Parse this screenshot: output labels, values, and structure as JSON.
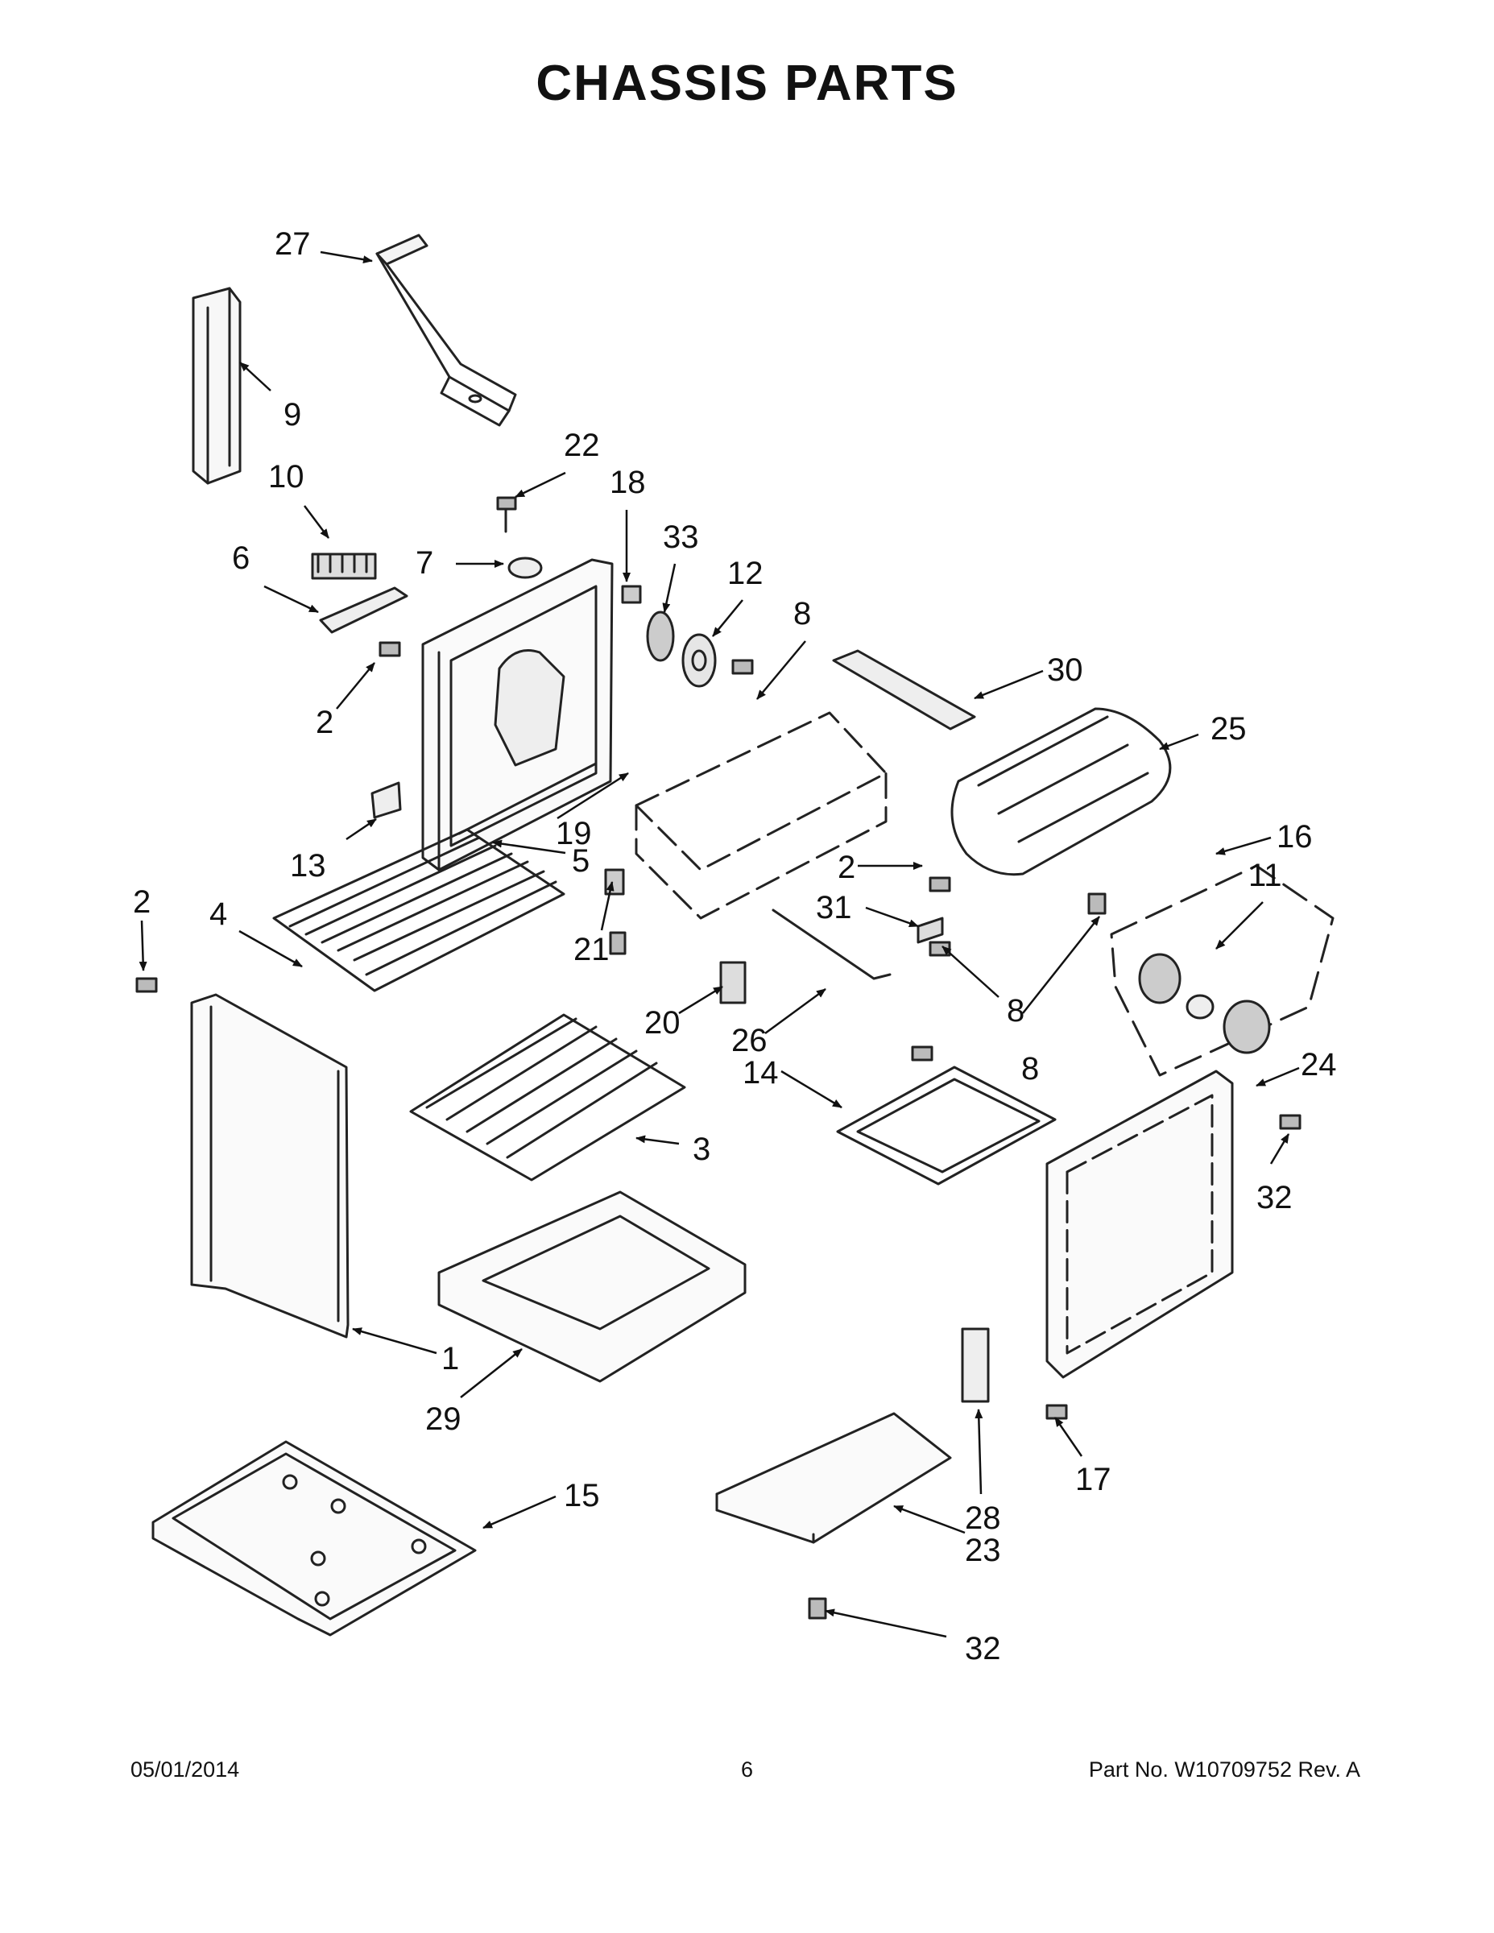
{
  "page_title": "CHASSIS PARTS",
  "callouts": {
    "c1": "1",
    "c2a": "2",
    "c2b": "2",
    "c2c": "2",
    "c3": "3",
    "c4": "4",
    "c5": "5",
    "c6": "6",
    "c7": "7",
    "c8a": "8",
    "c8b": "8",
    "c8c": "8",
    "c9": "9",
    "c10": "10",
    "c11": "11",
    "c12": "12",
    "c13": "13",
    "c14": "14",
    "c15": "15",
    "c16": "16",
    "c17": "17",
    "c18": "18",
    "c19": "19",
    "c20": "20",
    "c21": "21",
    "c22": "22",
    "c23": "23",
    "c24": "24",
    "c25": "25",
    "c26": "26",
    "c27": "27",
    "c28": "28",
    "c29": "29",
    "c30": "30",
    "c31": "31",
    "c32a": "32",
    "c32b": "32",
    "c33": "33"
  },
  "footer": {
    "date": "05/01/2014",
    "page_number": "6",
    "part_number": "Part No.  W10709752  Rev.  A"
  }
}
